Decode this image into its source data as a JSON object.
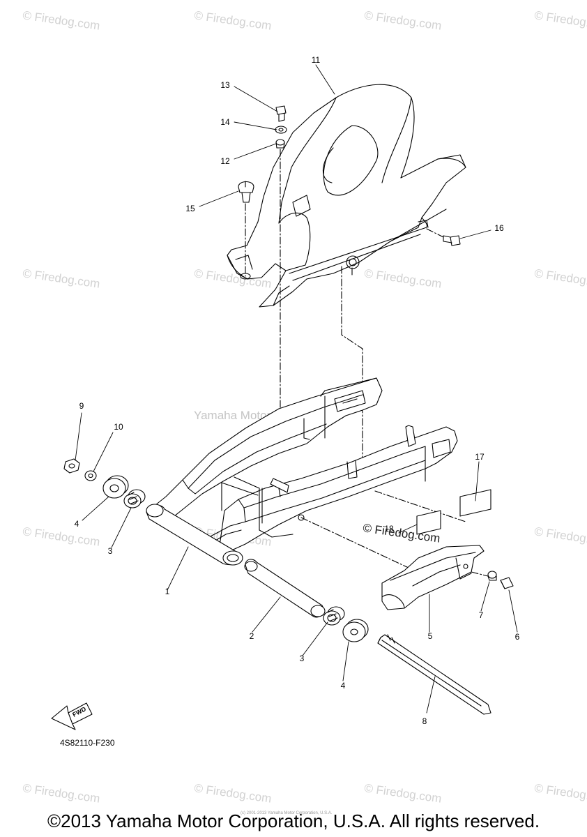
{
  "watermark": {
    "text": "© Firedog.com",
    "center_text": "Yamaha Motor Corp., U.S.A.",
    "inline_text": "© Firedog.com"
  },
  "callouts": [
    "1",
    "2",
    "3",
    "3",
    "4",
    "4",
    "5",
    "6",
    "7",
    "8",
    "9",
    "10",
    "11",
    "12",
    "13",
    "14",
    "15",
    "16",
    "17",
    "18"
  ],
  "catalog_code": "4S82110-F230",
  "fwd_label": "FWD",
  "tiny_copyright": "(c) 2001-2013 Yamaha Motor Corporation, U.S.A.",
  "footer": "©2013 Yamaha Motor Corporation, U.S.A. All rights reserved.",
  "colors": {
    "line": "#000000",
    "watermark": "#d2d2d2",
    "background": "#ffffff"
  }
}
